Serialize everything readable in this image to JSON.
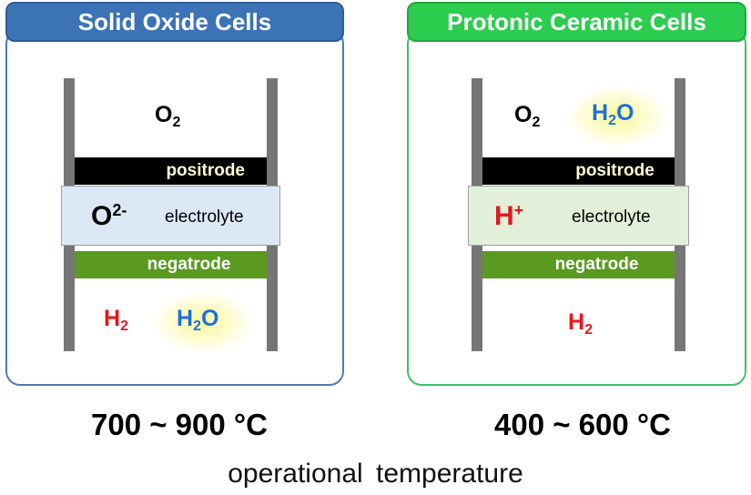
{
  "panels": {
    "soc": {
      "title": "Solid Oxide Cells",
      "top_species": "O",
      "top_species_sub": "2",
      "positrode": "positrode",
      "electrolyte": "electrolyte",
      "ion": "O",
      "ion_charge": "2-",
      "negatrode": "negatrode",
      "bottom_h2": "H",
      "bottom_h2_sub": "2",
      "bottom_h2o_a": "H",
      "bottom_h2o_sub": "2",
      "bottom_h2o_b": "O",
      "temperature": "700 ~ 900 °C",
      "colors": {
        "frame": "#4f7bb0",
        "tab": "#3c73b7",
        "electrolyte": "#dde8f6"
      }
    },
    "pcc": {
      "title": "Protonic Ceramic Cells",
      "top_o2": "O",
      "top_o2_sub": "2",
      "top_h2o_a": "H",
      "top_h2o_sub": "2",
      "top_h2o_b": "O",
      "positrode": "positrode",
      "electrolyte": "electrolyte",
      "ion": "H",
      "ion_charge": "+",
      "negatrode": "negatrode",
      "bottom_h2": "H",
      "bottom_h2_sub": "2",
      "temperature": "400 ~ 600 °C",
      "colors": {
        "frame": "#3cc16a",
        "tab": "#2ccc4f",
        "electrolyte": "#e2f0d9"
      }
    }
  },
  "footer": "operational temperature",
  "colors": {
    "positrode": "#000000",
    "negatrode": "#5a9a1f",
    "oxygen_text": "#000000",
    "hydrogen_text": "#e8151b",
    "water_text": "#1b6fe0"
  }
}
